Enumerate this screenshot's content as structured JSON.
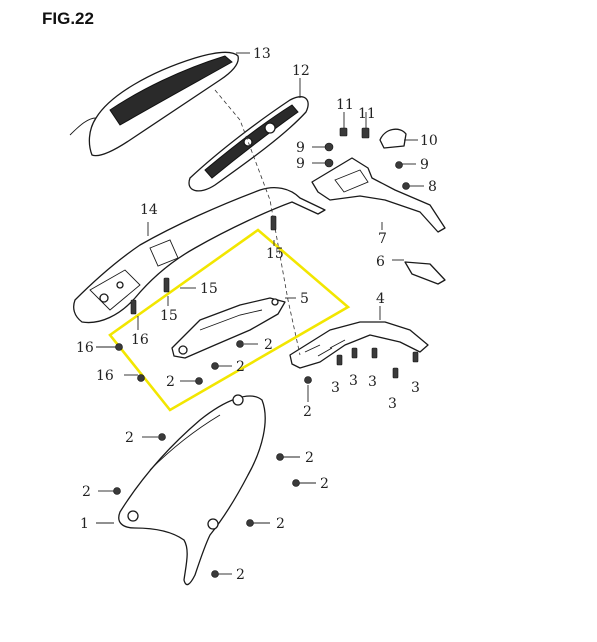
{
  "figure": {
    "title": "FIG.22"
  },
  "highlight": {
    "color": "#f2e600"
  },
  "labels": {
    "l1": "1",
    "l2a": "2",
    "l2b": "2",
    "l2c": "2",
    "l2d": "2",
    "l2e": "2",
    "l2f": "2",
    "l2g": "2",
    "l2h": "2",
    "l2i": "2",
    "l2j": "2",
    "l3a": "3",
    "l3b": "3",
    "l3c": "3",
    "l3d": "3",
    "l3e": "3",
    "l4": "4",
    "l5": "5",
    "l6": "6",
    "l7": "7",
    "l8": "8",
    "l9a": "9",
    "l9b": "9",
    "l9c": "9",
    "l10": "10",
    "l11a": "11",
    "l11b": "11",
    "l12": "12",
    "l13": "13",
    "l14": "14",
    "l15a": "15",
    "l15b": "15",
    "l15c": "15",
    "l16a": "16",
    "l16b": "16",
    "l16c": "16"
  }
}
